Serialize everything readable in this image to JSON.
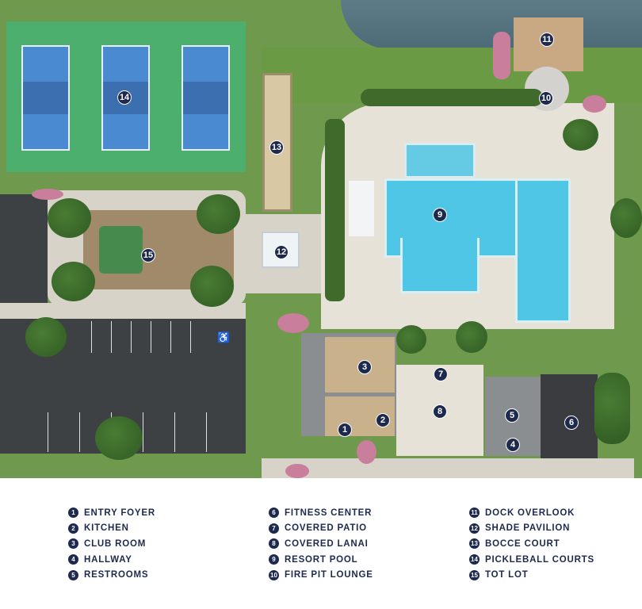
{
  "colors": {
    "marker": "#1d2a4e",
    "legend_text": "#1d2a4e",
    "pool": "#4fc6e6",
    "court_green": "#4caf6e",
    "court_blue": "#4a8ad0",
    "parking": "#3e4144",
    "lawn": "#6a9a44",
    "water": "#4c6b77"
  },
  "markers": {
    "m1": "1",
    "m2": "2",
    "m3": "3",
    "m4": "4",
    "m5": "5",
    "m6": "6",
    "m7": "7",
    "m8": "8",
    "m9": "9",
    "m10": "10",
    "m11": "11",
    "m12": "12",
    "m13": "13",
    "m14": "14",
    "m15": "15"
  },
  "legend": [
    {
      "num": "1",
      "label": "ENTRY FOYER"
    },
    {
      "num": "2",
      "label": "KITCHEN"
    },
    {
      "num": "3",
      "label": "CLUB ROOM"
    },
    {
      "num": "4",
      "label": "HALLWAY"
    },
    {
      "num": "5",
      "label": "RESTROOMS"
    },
    {
      "num": "6",
      "label": "FITNESS CENTER"
    },
    {
      "num": "7",
      "label": "COVERED PATIO"
    },
    {
      "num": "8",
      "label": "COVERED LANAI"
    },
    {
      "num": "9",
      "label": "RESORT POOL"
    },
    {
      "num": "10",
      "label": "FIRE PIT LOUNGE"
    },
    {
      "num": "11",
      "label": "DOCK OVERLOOK"
    },
    {
      "num": "12",
      "label": "SHADE PAVILION"
    },
    {
      "num": "13",
      "label": "BOCCE COURT"
    },
    {
      "num": "14",
      "label": "PICKLEBALL COURTS"
    },
    {
      "num": "15",
      "label": "TOT LOT"
    }
  ],
  "icons": {
    "accessible_parking": "wheelchair-icon"
  }
}
